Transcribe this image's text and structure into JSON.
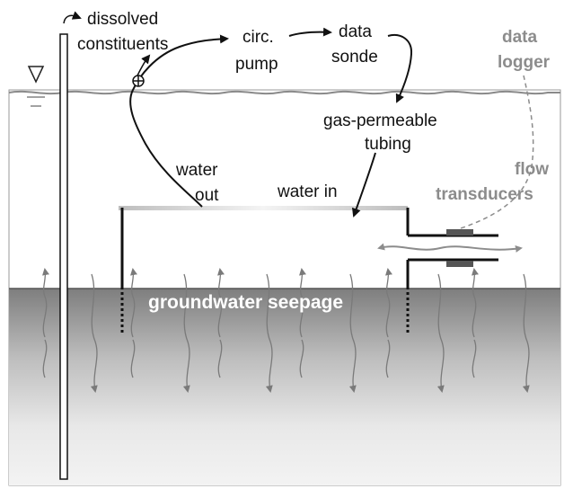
{
  "labels": {
    "dissolved": "dissolved",
    "constituents": "constituents",
    "circ": "circ.",
    "pump": "pump",
    "data": "data",
    "sonde": "sonde",
    "data_logger_1": "data",
    "data_logger_2": "logger",
    "gas_permeable": "gas-permeable",
    "tubing": "tubing",
    "water_out_1": "water",
    "water_out_2": "out",
    "water_in": "water in",
    "flow": "flow",
    "transducers": "transducers",
    "seepage": "groundwater seepage"
  },
  "colors": {
    "ink": "#111111",
    "accent_gray": "#8c8c8c",
    "arrow_gray": "#7a7a7a",
    "sediment_top": "#7e7e7e",
    "sediment_bottom": "#f2f2f2",
    "water_line": "#8a8a8a"
  },
  "icons": {
    "water_level": "water-level-triangle-icon",
    "pump_symbol": "circle-plus-icon"
  }
}
